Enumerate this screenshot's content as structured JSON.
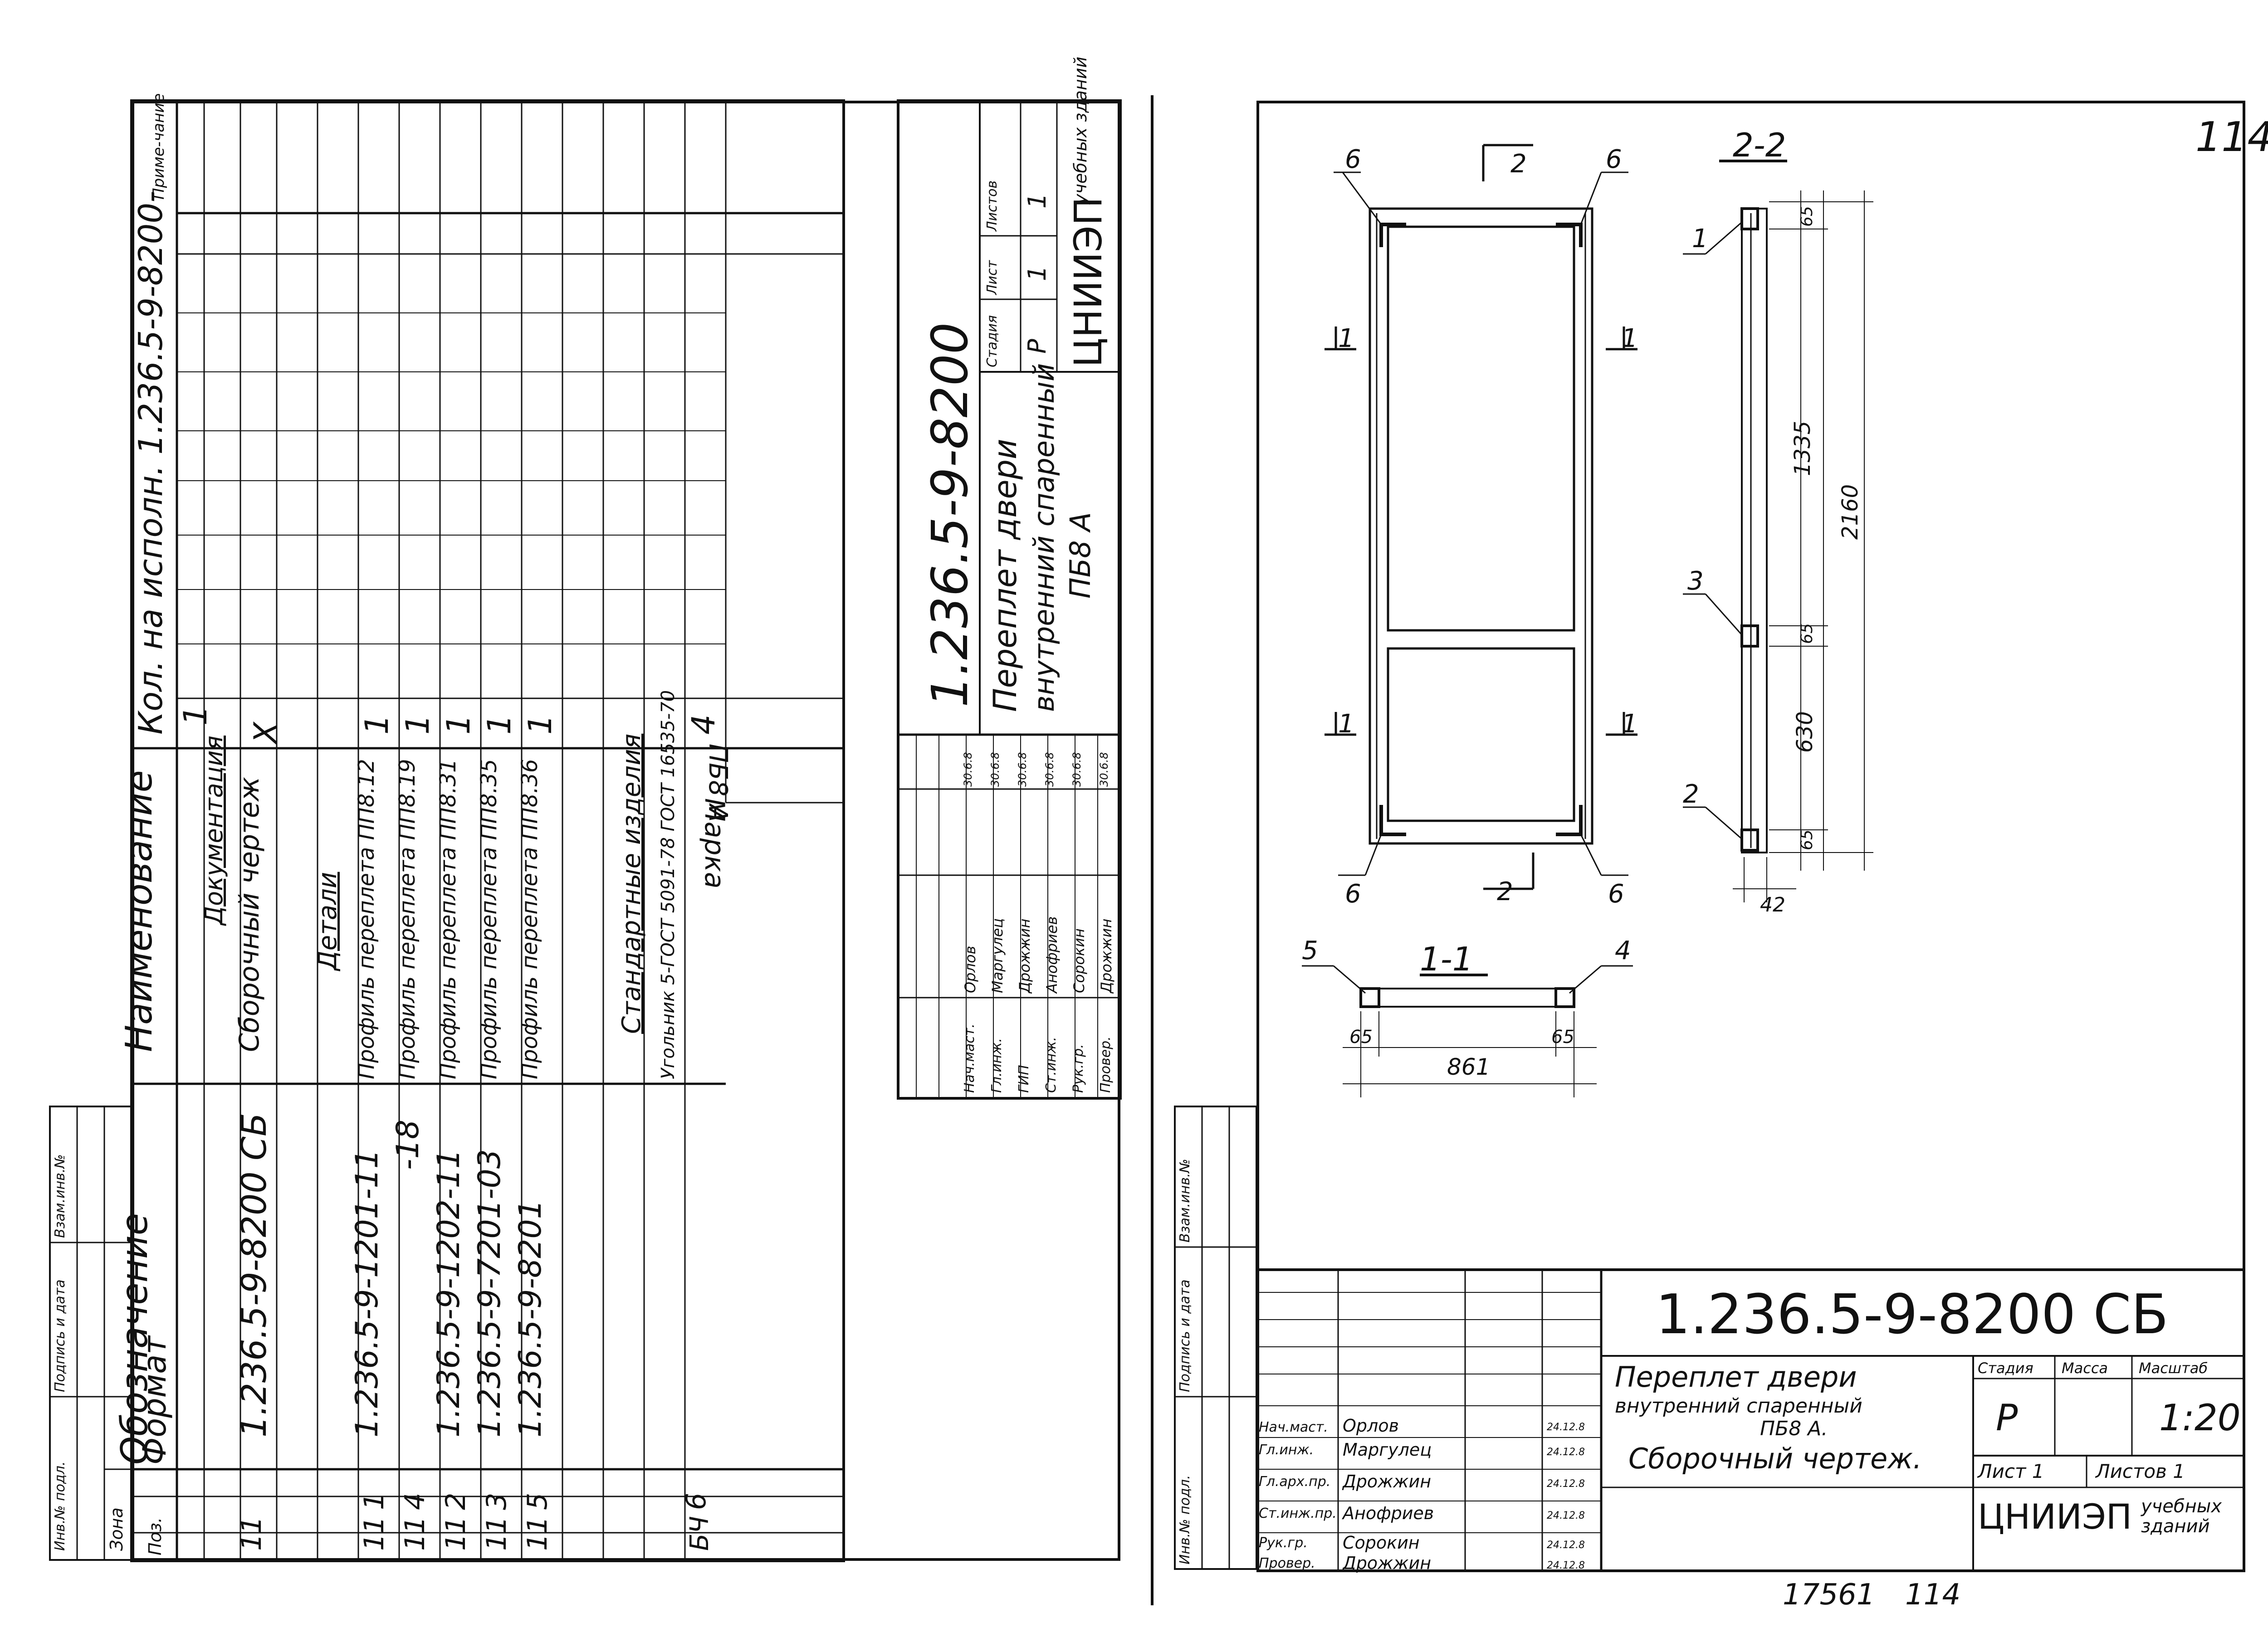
{
  "page_number": "114",
  "bottom_note": {
    "archive": "17561",
    "sheet": "114"
  },
  "left_sheet": {
    "columns": {
      "format": "Формат",
      "zone": "Зона",
      "pos": "Поз.",
      "designation": "Обозначение",
      "name": "Наименование",
      "qty": "Кол. на исполн. 1.236.5-9-8200-",
      "note": "Приме-чание"
    },
    "marka": {
      "label": "Марка",
      "value": "ПБ8 А"
    },
    "exec_numbers": [
      "1"
    ],
    "rows": [
      {
        "format": "11",
        "pos": "",
        "designation": "1.236.5-9-8200 СБ",
        "name": "Сборочный чертеж",
        "qty": "X",
        "section": "Документация"
      },
      {
        "format": "11",
        "pos": "1",
        "designation": "1.236.5-9-1201-11",
        "name": "Профиль переплета ПП8.12",
        "qty": "1",
        "section": "Детали"
      },
      {
        "format": "11",
        "pos": "4",
        "designation": "-18",
        "name": "Профиль переплета ПП8.19",
        "qty": "1"
      },
      {
        "format": "11",
        "pos": "2",
        "designation": "1.236.5-9-1202-11",
        "name": "Профиль переплета ПП8.31",
        "qty": "1"
      },
      {
        "format": "11",
        "pos": "3",
        "designation": "1.236.5-9-7201-03",
        "name": "Профиль переплета ПП8.35",
        "qty": "1"
      },
      {
        "format": "11",
        "pos": "5",
        "designation": "1.236.5-9-8201",
        "name": "Профиль переплета ПП8.36",
        "qty": "1"
      },
      {
        "format": "БЧ",
        "pos": "6",
        "designation": "",
        "name": "Угольник 5-ГОСТ 5091-78 ГОСТ 16535-70",
        "qty": "4",
        "section": "Стандартные изделия"
      }
    ],
    "side_stamp": [
      "Инв.№ подл.",
      "Подпись и дата",
      "Взам.инв.№"
    ],
    "title_block": {
      "code": "1.236.5-9-8200",
      "title_lines": [
        "Переплет двери",
        "внутренний спаренный",
        "ПБ8 А"
      ],
      "stage_header": [
        "Стадия",
        "Лист",
        "Листов"
      ],
      "stage_values": [
        "Р",
        "1",
        "1"
      ],
      "org": "ЦНИИЭП",
      "org_sub": "учебных зданий",
      "people": [
        {
          "role": "Нач.маст.",
          "name": "Орлов",
          "date": "30.6.8"
        },
        {
          "role": "Гл.инж.",
          "name": "Маргулец",
          "date": "30.6.8"
        },
        {
          "role": "ГИП",
          "name": "Дрожжин",
          "date": "30.6.8"
        },
        {
          "role": "Ст.инж.",
          "name": "Анофриев",
          "date": "30.6.8"
        },
        {
          "role": "Рук.гр.",
          "name": "Сорокин",
          "date": "30.6.8"
        },
        {
          "role": "Провер.",
          "name": "Дрожжин",
          "date": "30.6.8"
        }
      ]
    }
  },
  "right_sheet": {
    "drawing": {
      "section_22": "2-2",
      "section_11": "1-1",
      "callouts": [
        "1",
        "2",
        "3",
        "4",
        "5",
        "6"
      ],
      "dims": {
        "total_h": "2160",
        "upper": "1335",
        "lower": "630",
        "rail_top": "65",
        "rail_mid": "65",
        "rail_bot": "65",
        "depth": "42",
        "width": "861",
        "stile_l": "65",
        "stile_r": "65"
      },
      "cut_marks": [
        "1",
        "2"
      ]
    },
    "title_block": {
      "code": "1.236.5-9-8200 СБ",
      "title_lines": [
        "Переплет двери",
        "внутренний спаренный",
        "ПБ8 А.",
        "Сборочный чертеж."
      ],
      "hdr": [
        "Стадия",
        "Масса",
        "Масштаб"
      ],
      "stage": "Р",
      "scale": "1:20",
      "sheet": "Лист 1",
      "sheets": "Листов 1",
      "org": "ЦНИИЭП",
      "org_sub": "учебных зданий",
      "people": [
        {
          "role": "Нач.маст.",
          "name": "Орлов",
          "date": "24.12.8"
        },
        {
          "role": "Гл.инж.",
          "name": "Маргулец",
          "date": "24.12.8"
        },
        {
          "role": "Гл.арх.пр.",
          "name": "Дрожжин",
          "date": "24.12.8"
        },
        {
          "role": "Ст.инж.пр.",
          "name": "Анофриев",
          "date": "24.12.8"
        },
        {
          "role": "Рук.гр.",
          "name": "Сорокин",
          "date": "24.12.8"
        },
        {
          "role": "Провер.",
          "name": "Дрожжин",
          "date": "24.12.8"
        }
      ],
      "side_stamp": [
        "Инв.№ подл.",
        "Подпись и дата",
        "Взам.инв.№"
      ]
    }
  }
}
